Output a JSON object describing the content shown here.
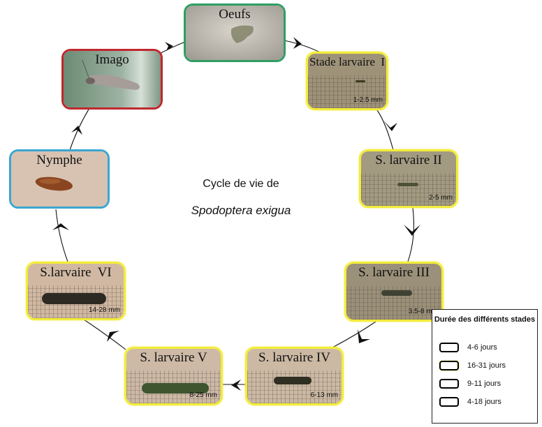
{
  "diagram": {
    "title": "Cycle de vie de",
    "species": "Spodoptera exigua"
  },
  "colors": {
    "oeuf": "#2e9e63",
    "larve": "#f3ec3a",
    "nymphe": "#3aa6cf",
    "imago": "#c1272d"
  },
  "stages": [
    {
      "id": "oeufs",
      "title": "Oeufs",
      "size": "",
      "category": "green"
    },
    {
      "id": "larve-1",
      "title": "Stade larvaire  I",
      "size": "1-2.5 mm",
      "category": "yellow"
    },
    {
      "id": "larve-2",
      "title": "S. larvaire II",
      "size": "2-5 mm",
      "category": "yellow"
    },
    {
      "id": "larve-3",
      "title": "S. larvaire III",
      "size": "3.5-8 mm",
      "category": "yellow"
    },
    {
      "id": "larve-4",
      "title": "S. larvaire IV",
      "size": "6-13 mm",
      "category": "yellow"
    },
    {
      "id": "larve-5",
      "title": "S. larvaire V",
      "size": "8-25 mm",
      "category": "yellow"
    },
    {
      "id": "larve-6",
      "title": "S.larvaire  VI",
      "size": "14-28 mm",
      "category": "yellow"
    },
    {
      "id": "nymphe",
      "title": "Nymphe",
      "size": "",
      "category": "blue"
    },
    {
      "id": "imago",
      "title": "Imago",
      "size": "",
      "category": "red"
    }
  ],
  "legend": {
    "title": "Durée des différents stades",
    "items": [
      {
        "color": "green",
        "label": "4-6 jours"
      },
      {
        "color": "yellow",
        "label": "16-31 jours"
      },
      {
        "color": "blue",
        "label": "9-11 jours"
      },
      {
        "color": "red",
        "label": "4-18 jours"
      }
    ]
  }
}
